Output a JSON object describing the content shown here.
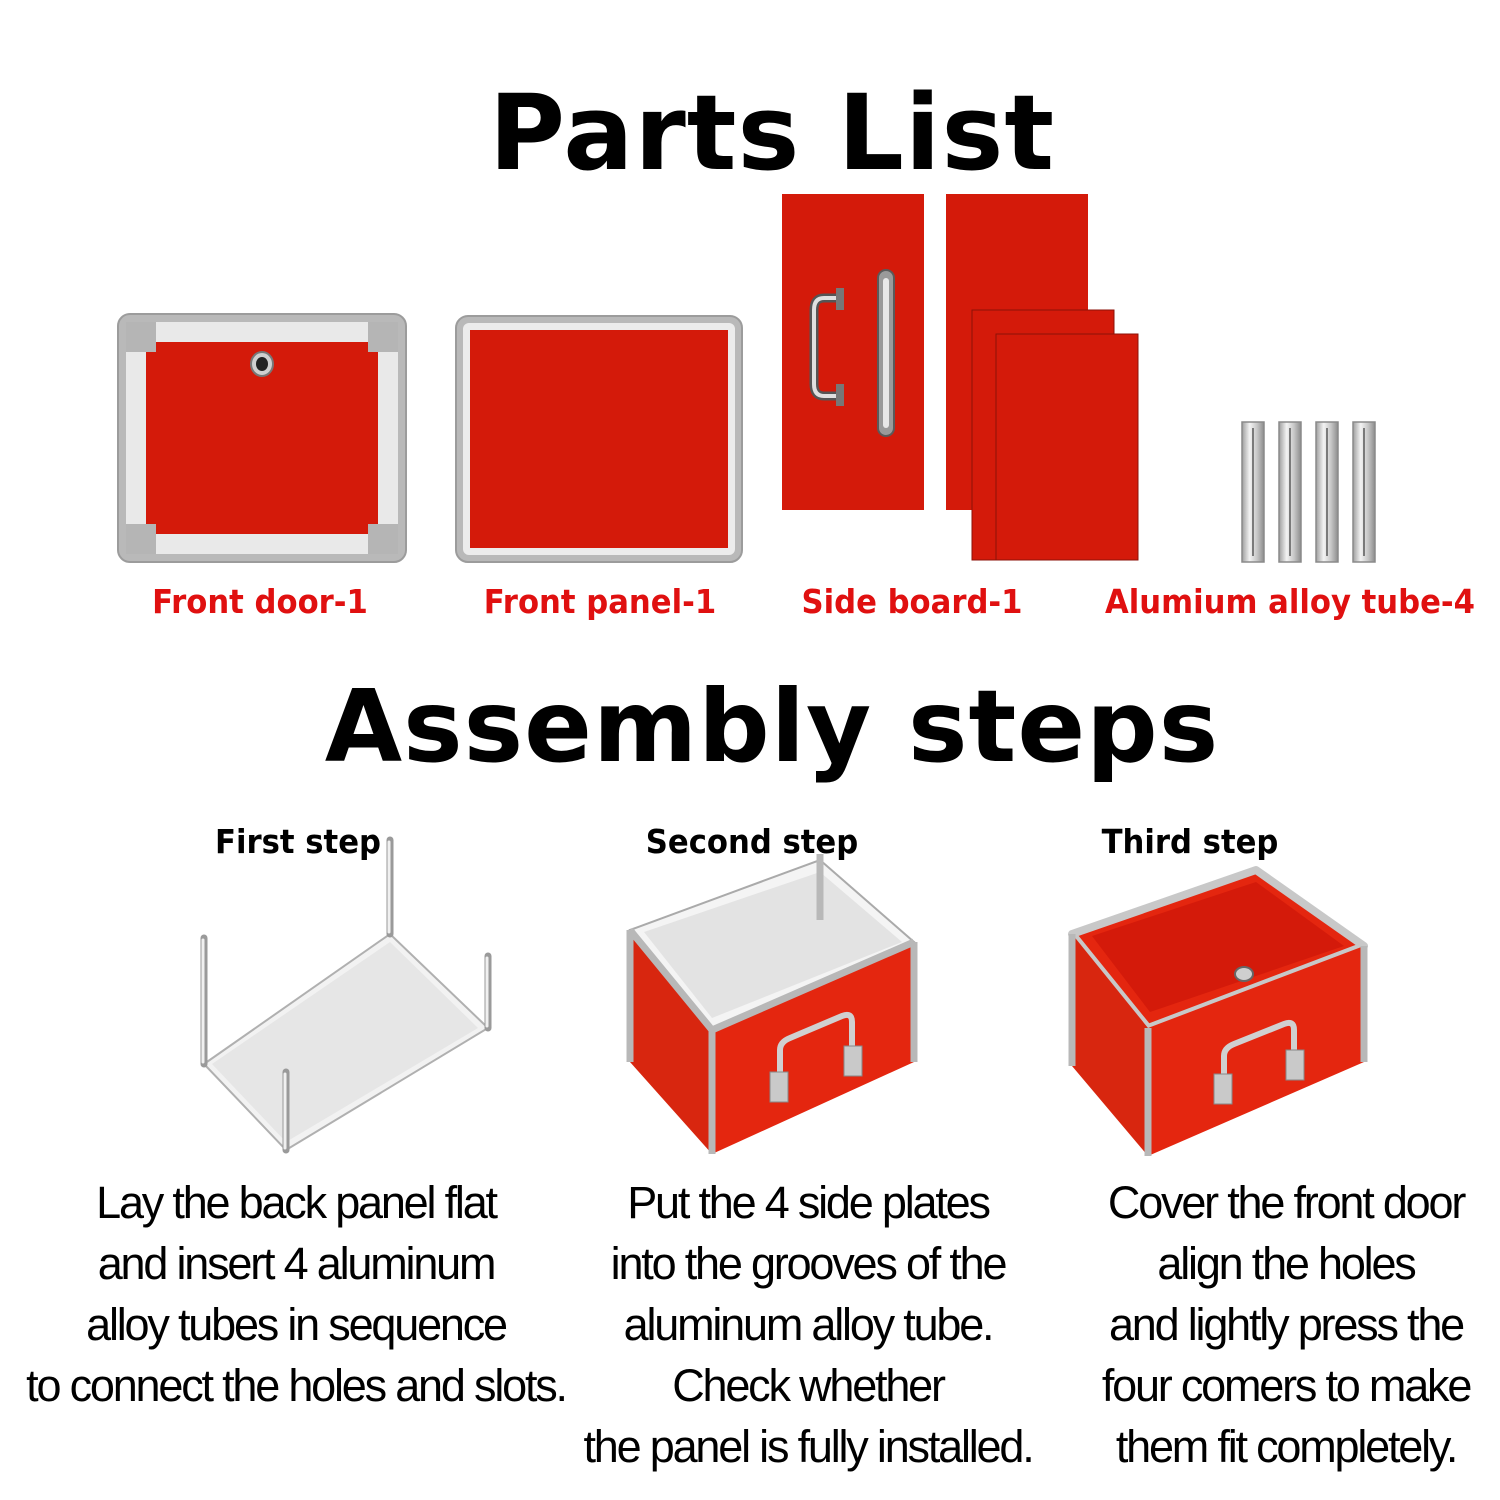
{
  "parts_title": "Parts List",
  "parts": [
    {
      "label": "Front door-1"
    },
    {
      "label": "Front panel-1"
    },
    {
      "label": "Side board-1"
    },
    {
      "label": "Alumium alloy tube-4"
    }
  ],
  "assembly_title": "Assembly steps",
  "steps": [
    {
      "title": "First step",
      "lines": [
        "Lay the back panel flat",
        "and insert 4 aluminum",
        "alloy tubes in sequence",
        "to connect the holes and slots."
      ]
    },
    {
      "title": "Second step",
      "lines": [
        "Put the 4 side plates",
        "into the grooves of the",
        "aluminum alloy tube.",
        "Check whether",
        "the panel is fully installed."
      ]
    },
    {
      "title": "Third step",
      "lines": [
        "Cover the front door",
        "align the holes",
        "and lightly press the",
        "four comers to make",
        "them fit completely."
      ]
    }
  ],
  "colors": {
    "panel_red": "#d41a0a",
    "label_red": "#e01010",
    "aluminum": "#c8c8c8"
  }
}
